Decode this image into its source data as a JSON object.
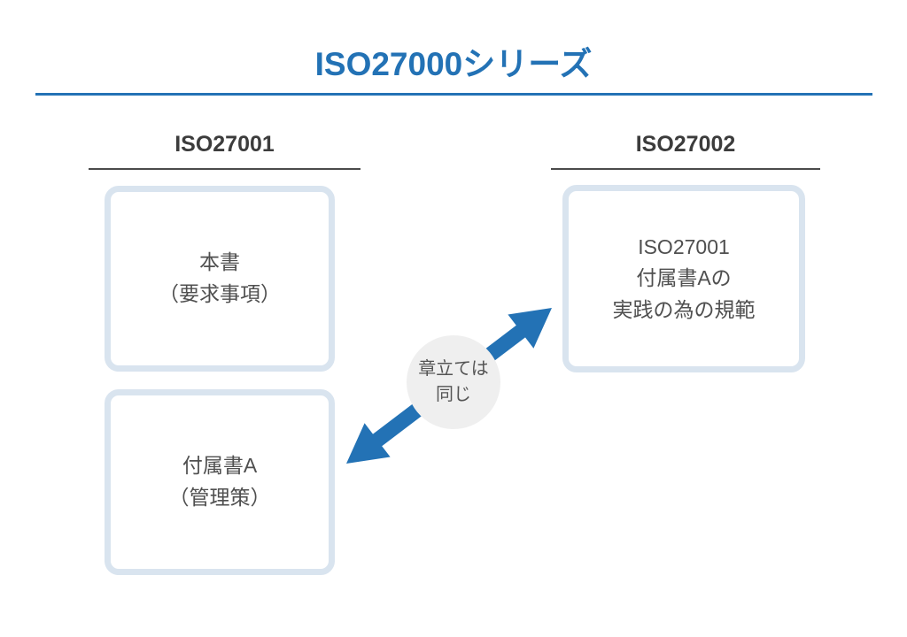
{
  "title": "ISO27000シリーズ",
  "left_column": {
    "heading": "ISO27001",
    "box_top": "本書\n（要求事項）",
    "box_bottom": "付属書A\n（管理策）"
  },
  "right_column": {
    "heading": "ISO27002",
    "box": "ISO27001\n付属書Aの\n実践の為の規範"
  },
  "connector": {
    "label": "章立ては\n同じ"
  },
  "colors": {
    "accent_blue": "#2372b5",
    "heading_text": "#3c3c3c",
    "heading_underline": "#4a4a4a",
    "box_border": "#d9e4ef",
    "box_text": "#4f4f4f",
    "circle_fill": "#efefef",
    "circle_text": "#555555",
    "background": "#ffffff"
  }
}
